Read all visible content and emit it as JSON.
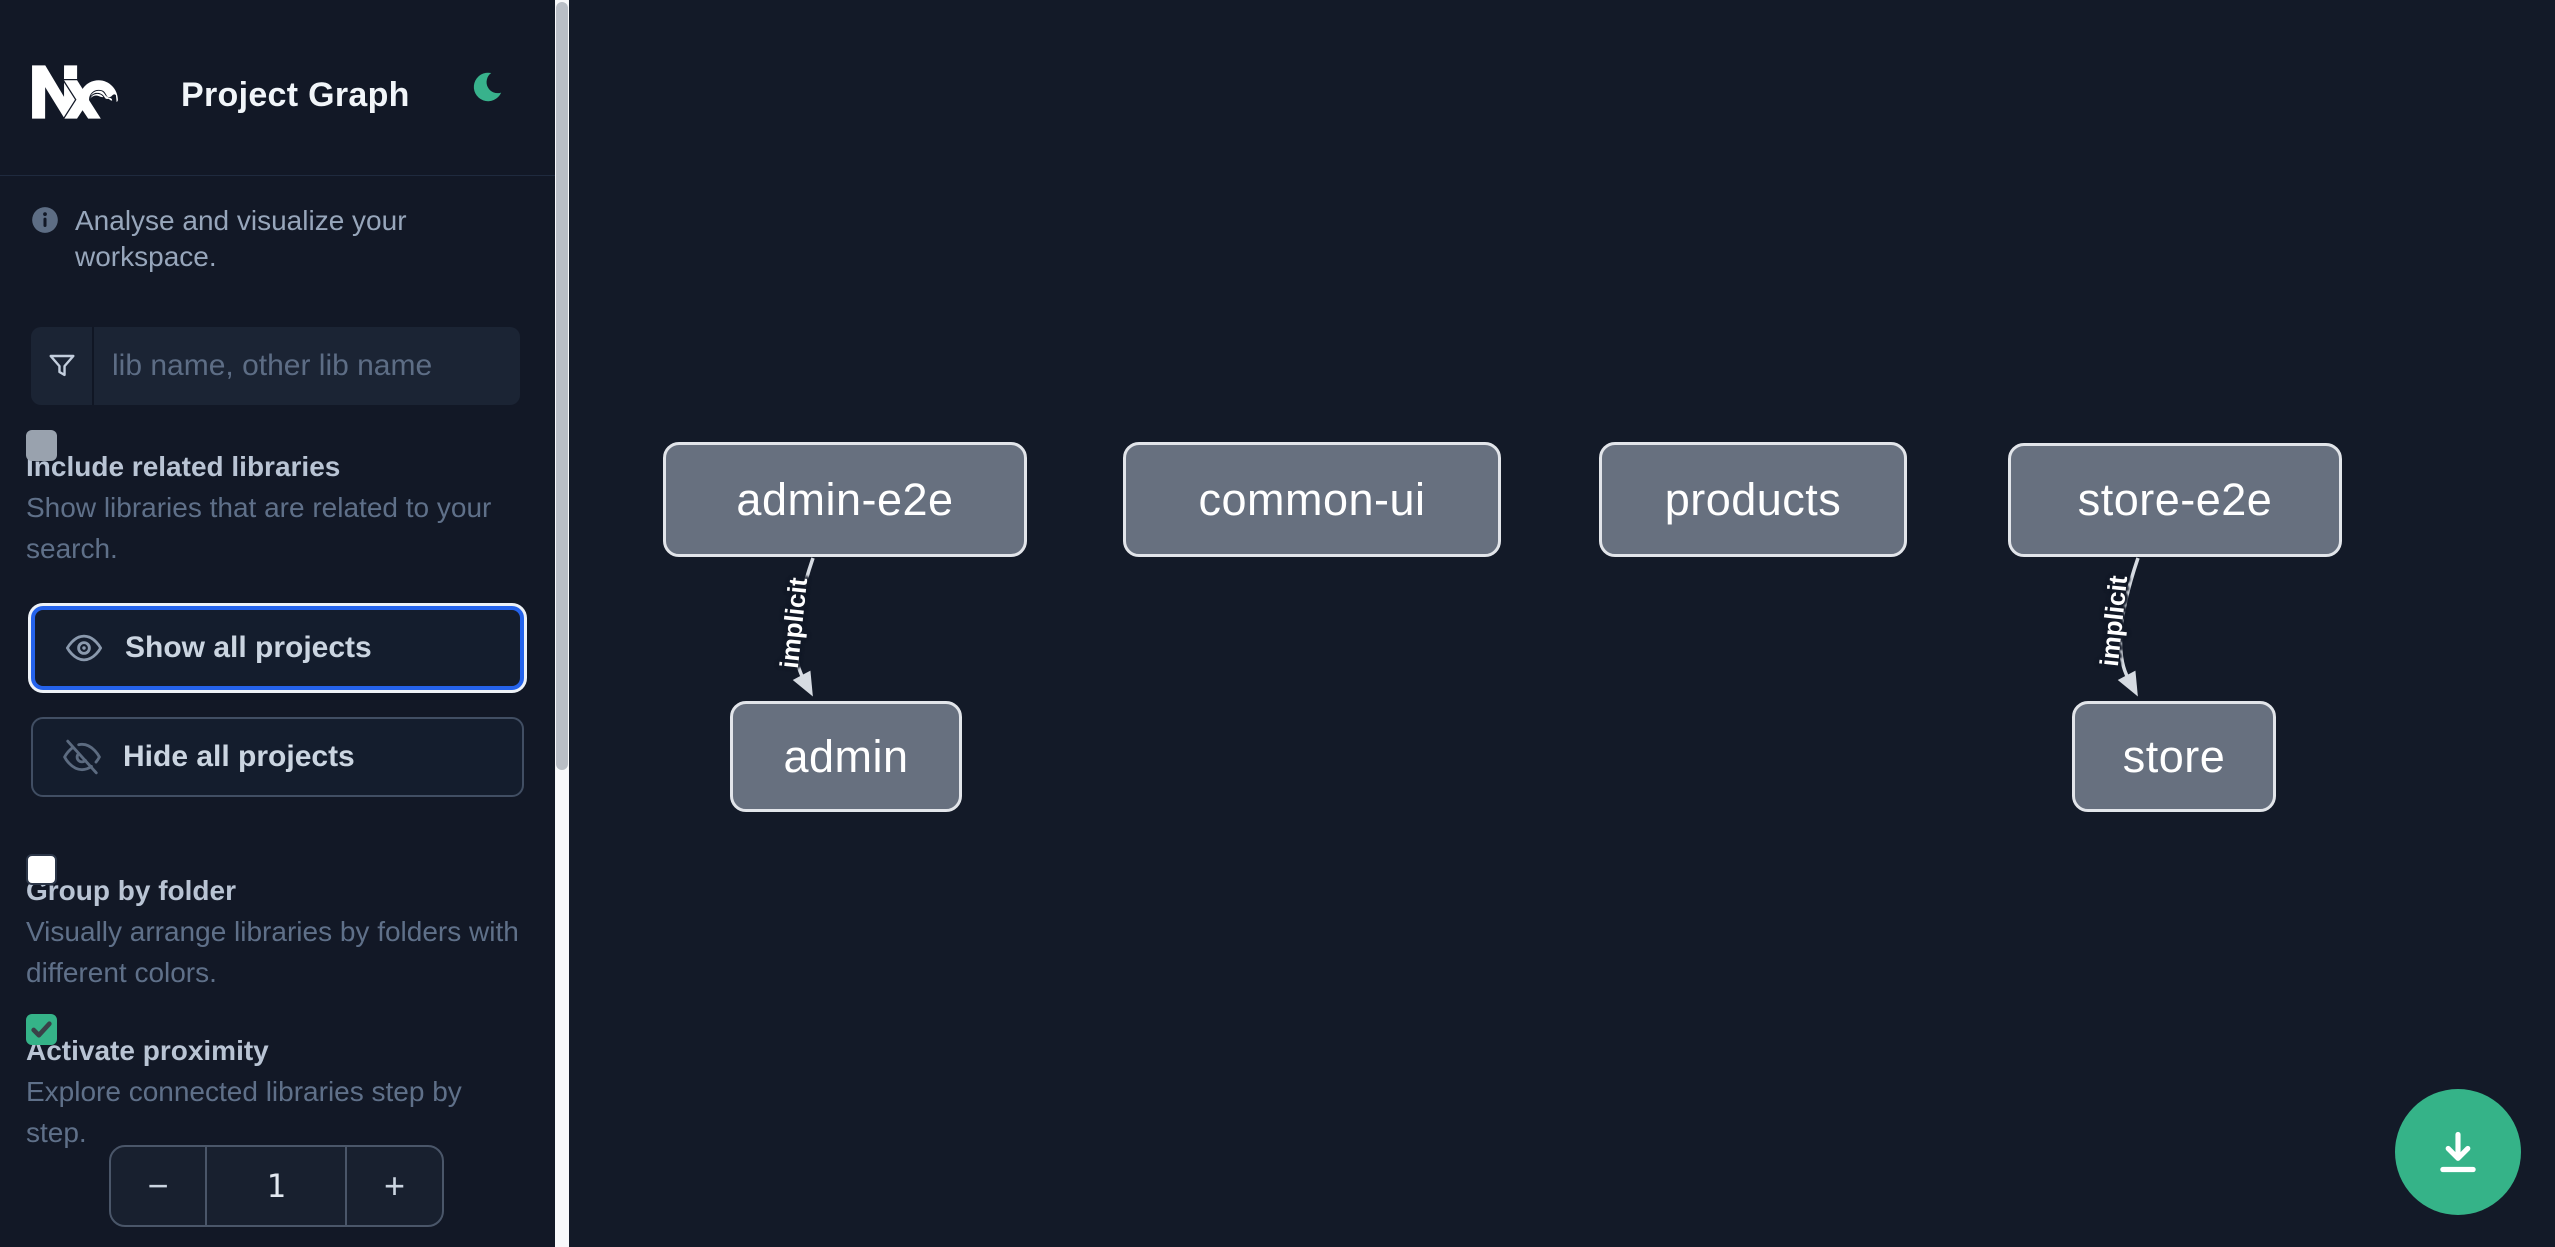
{
  "header": {
    "title": "Project Graph"
  },
  "sidebar": {
    "info": {
      "text": "Analyse and visualize your workspace."
    },
    "search": {
      "placeholder": "lib name, other lib name",
      "value": ""
    },
    "include_related": {
      "label": "Include related libraries",
      "description": "Show libraries that are related to your search.",
      "checked": false
    },
    "show_all_button": {
      "label": "Show all projects",
      "focused": true
    },
    "hide_all_button": {
      "label": "Hide all projects"
    },
    "group_by_folder": {
      "label": "Group by folder",
      "description": "Visually arrange libraries by folders with different colors.",
      "checked": false
    },
    "activate_proximity": {
      "label": "Activate proximity",
      "description": "Explore connected libraries step by step.",
      "checked": true
    },
    "proximity_stepper": {
      "decrement_label": "−",
      "value": "1",
      "increment_label": "+"
    }
  },
  "graph": {
    "nodes": [
      {
        "label": "admin-e2e"
      },
      {
        "label": "common-ui"
      },
      {
        "label": "products"
      },
      {
        "label": "store-e2e"
      },
      {
        "label": "admin"
      },
      {
        "label": "store"
      }
    ],
    "edges": [
      {
        "from": "admin-e2e",
        "to": "admin",
        "label": "implicit"
      },
      {
        "from": "store-e2e",
        "to": "store",
        "label": "implicit"
      }
    ]
  },
  "colors": {
    "sidebar_bg": "#121826",
    "canvas_bg": "#131a28",
    "accent_green": "#35b388",
    "focus_blue": "#2563eb",
    "node_fill": "#67707f",
    "node_border": "#e2e5ea",
    "edge_color": "#d6dbe2",
    "muted_text": "#5f7089",
    "label_text": "#b9c4d4"
  }
}
